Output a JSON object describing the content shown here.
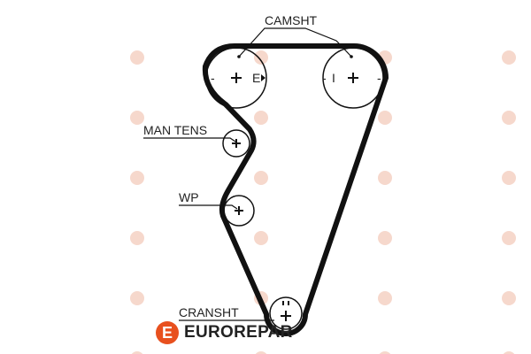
{
  "labels": {
    "camshaft": "CAMSHT",
    "man_tens": "MAN TENS",
    "wp": "WP",
    "crankshaft": "CRANSHT"
  },
  "marks": {
    "exhaust": "E",
    "intake": "I",
    "minus": "-",
    "plus": "+"
  },
  "brand": {
    "name": "EUROREPAR",
    "logo_letter": "E",
    "color": "#e8501e",
    "watermark": "EUROREPAR"
  }
}
